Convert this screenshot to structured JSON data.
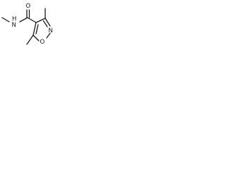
{
  "molecule": {
    "atoms": {
      "amide_oxygen": "O",
      "amide_nitrogen_hydrogen": "H",
      "amide_nitrogen": "N",
      "ring_nitrogen": "N",
      "ring_oxygen": "O"
    },
    "colors": {
      "ink": "#1a1a1a",
      "background": "#ffffff"
    }
  }
}
